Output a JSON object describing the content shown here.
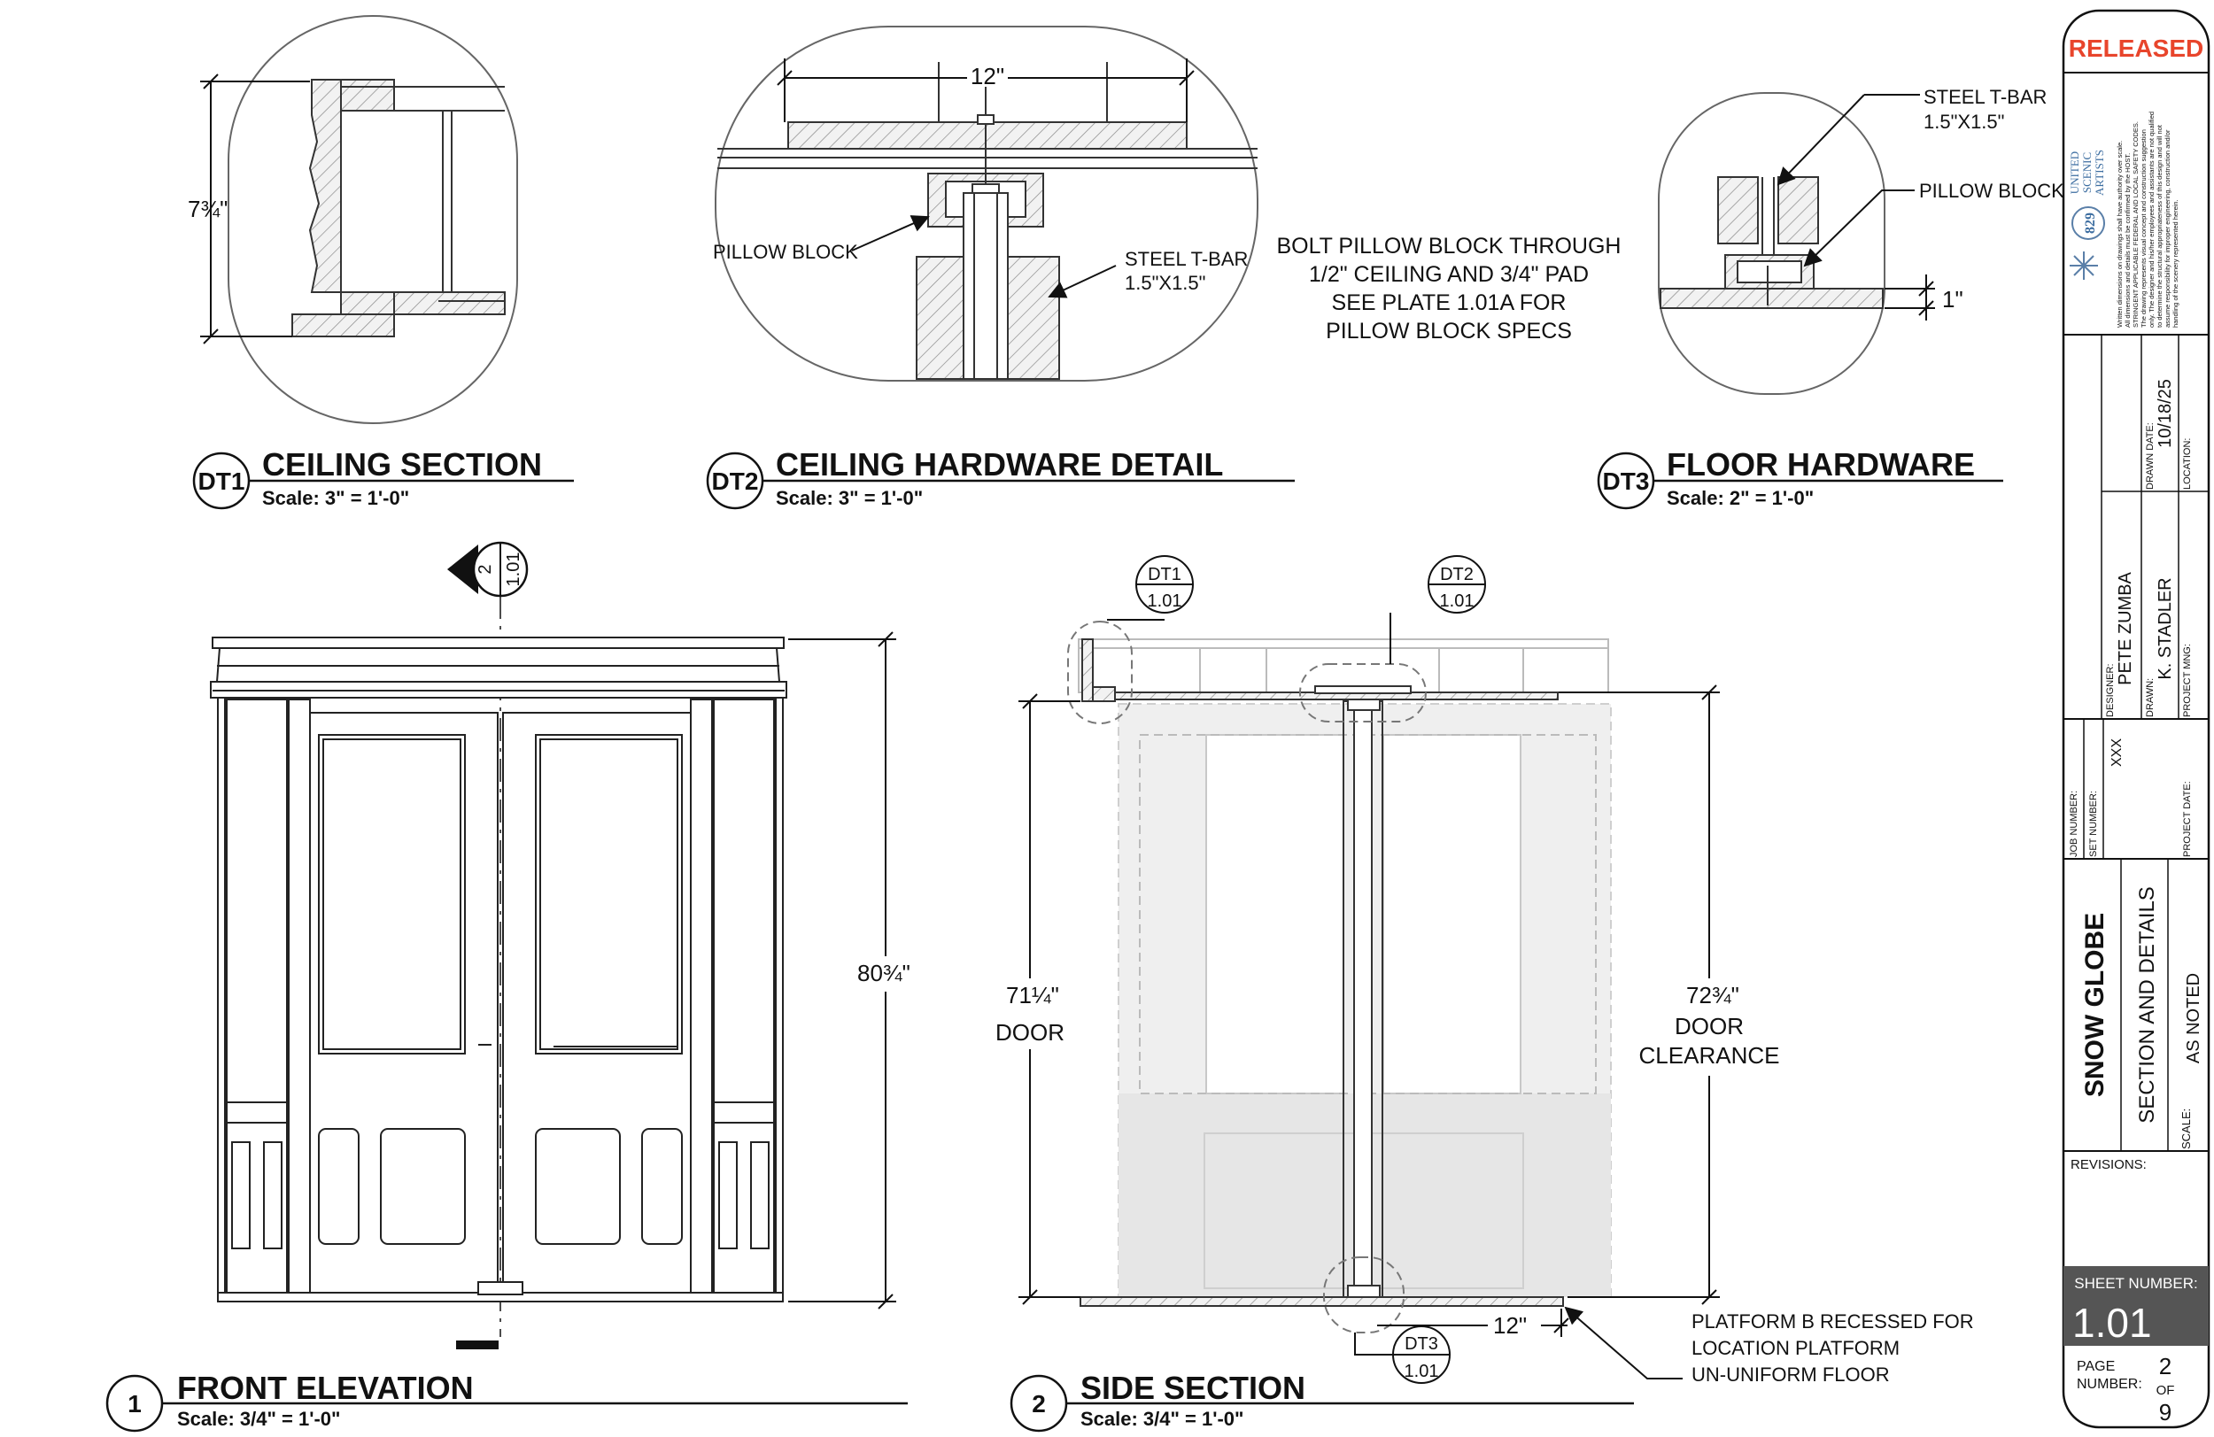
{
  "dt1": {
    "tag": "DT1",
    "title": "CEILING SECTION",
    "scale": "Scale: 3\" = 1'-0\"",
    "dim": "7¾\""
  },
  "dt2": {
    "tag": "DT2",
    "title": "CEILING HARDWARE DETAIL",
    "scale": "Scale: 3\" = 1'-0\"",
    "dim": "12\"",
    "label_pillow": "PILLOW BLOCK",
    "label_tbar_1": "STEEL T-BAR",
    "label_tbar_2": "1.5\"X1.5\""
  },
  "bolt_note": [
    "BOLT PILLOW BLOCK THROUGH",
    "1/2\" CEILING AND 3/4\" PAD",
    "SEE PLATE 1.01A FOR",
    "PILLOW BLOCK SPECS"
  ],
  "dt3": {
    "tag": "DT3",
    "title": "FLOOR HARDWARE",
    "scale": "Scale: 2\" = 1'-0\"",
    "label_tbar_1": "STEEL T-BAR",
    "label_tbar_2": "1.5\"X1.5\"",
    "label_pillow": "PILLOW BLOCK",
    "dim": "1\""
  },
  "front": {
    "tag": "1",
    "title": "FRONT ELEVATION",
    "scale": "Scale: 3/4\" = 1'-0\"",
    "height": "80¾\"",
    "section_num": "2",
    "section_sheet": "1.01"
  },
  "side": {
    "tag": "2",
    "title": "SIDE SECTION",
    "scale": "Scale: 3/4\" = 1'-0\"",
    "door_h": "71¼\"",
    "door_label": "DOOR",
    "clear_h": "72¾\"",
    "clear_1": "DOOR",
    "clear_2": "CLEARANCE",
    "width": "12\"",
    "callout_dt1_a": "DT1",
    "callout_dt1_b": "1.01",
    "callout_dt2_a": "DT2",
    "callout_dt2_b": "1.01",
    "callout_dt3_a": "DT3",
    "callout_dt3_b": "1.01",
    "platform_note": [
      "PLATFORM B RECESSED FOR",
      "LOCATION PLATFORM",
      "UN-UNIFORM FLOOR"
    ]
  },
  "titleblock": {
    "status": "RELEASED",
    "union": [
      "UNITED",
      "SCENIC",
      "ARTISTS"
    ],
    "local": "829",
    "disclaimer": [
      "Written dimensions on drawings shall have authority over scale.",
      "All dimensions and details must be confirmed by the HOST.",
      "STRINGENT APPLICABLE FEDERAL AND LOCAL SAFETY CODES.",
      "The drawing represents visual concept and construction suggestion",
      "only. The designer and his/her employees and assistants are not qualified",
      "to determine the structural appropriateness of this design and will not",
      "assume responsibility for improper engineering, construction and/or",
      "handling of the scenery represented herein."
    ],
    "designer_label": "DESIGNER:",
    "designer": "PETE ZUMBA",
    "drawn_label": "DRAWN:",
    "drawn": "K. STADLER",
    "drawn_date_label": "DRAWN DATE:",
    "drawn_date": "10/18/25",
    "project_mng_label": "PROJECT MNG:",
    "location_label": "LOCATION:",
    "job_label": "JOB NUMBER:",
    "set_label": "SET NUMBER:",
    "set": "XXX",
    "project_date_label": "PROJECT DATE:",
    "project": "SNOW GLOBE",
    "sheet_title": "SECTION AND DETAILS",
    "scale_label": "SCALE:",
    "scale": "AS NOTED",
    "revisions_label": "REVISIONS:",
    "sheet_number_label": "SHEET NUMBER:",
    "sheet_number": "1.01",
    "page_label_1": "PAGE",
    "page_label_2": "NUMBER:",
    "page": "2",
    "of": "OF",
    "total": "9"
  },
  "colors": {
    "released": "#e8452c",
    "sheet_box": "#555555",
    "line": "#111111",
    "hatch": "#7a7a7a",
    "ghost": "#d9d9d9"
  }
}
